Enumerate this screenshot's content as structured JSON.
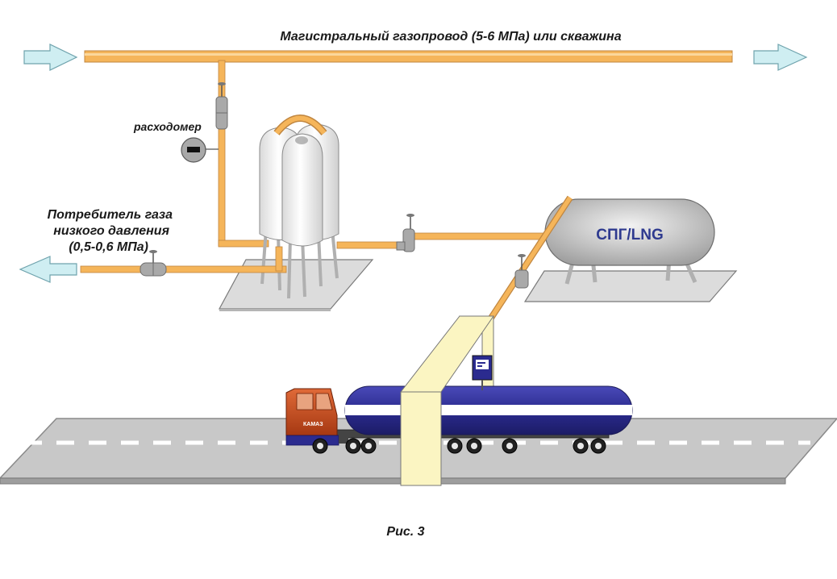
{
  "labels": {
    "main_pipeline": "Магистральный газопровод (5-6 МПа) или скважина",
    "flowmeter": "расходомер",
    "consumer_line1": "Потребитель газа",
    "consumer_line2": "низкого давления",
    "consumer_line3": "(0,5-0,6 МПа)",
    "lng_tank": "СПГ/LNG",
    "truck_brand": "КАМАЗ",
    "caption": "Рис. 3"
  },
  "colors": {
    "pipe": "#f5b55a",
    "arrow_fill": "#cfeef2",
    "tanker_body": "#2b2b8f",
    "cab": "#c8461c",
    "road": "#c8c8c8",
    "gantry": "#fbf5c2",
    "lng_text": "#2e3a8f"
  }
}
